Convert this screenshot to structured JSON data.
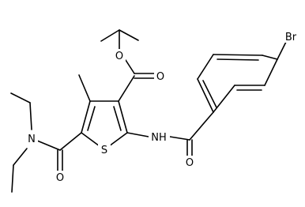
{
  "diagram": {
    "type": "chemical-structure",
    "background_color": "#ffffff",
    "line_color": "#000000",
    "atom_labels": {
      "ester_oxygen": "O",
      "ester_carbonyl_oxygen": "O",
      "amide_nh": "NH",
      "benzoyl_oxygen": "O",
      "bromo": "Br",
      "thiophene_sulfur": "S",
      "amide_nitrogen": "N",
      "amide_carbonyl_oxygen": "O"
    }
  }
}
